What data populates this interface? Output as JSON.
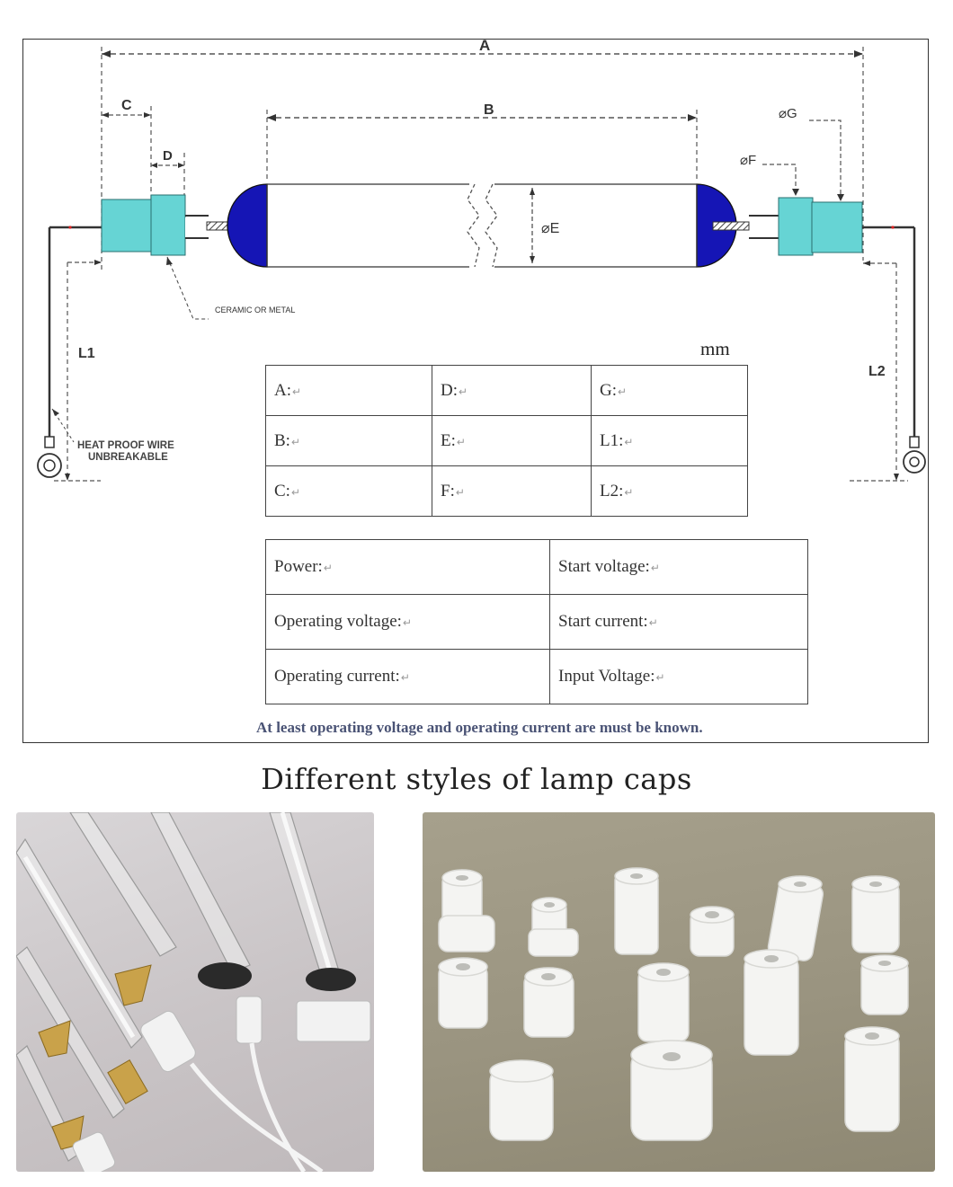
{
  "diagram": {
    "dimension_labels": {
      "a": "A",
      "b": "B",
      "c": "C",
      "d": "D",
      "e": "⌀E",
      "f": "⌀F",
      "g": "⌀G",
      "l1": "L1",
      "l2": "L2"
    },
    "callouts": {
      "ceramic": "CERAMIC OR METAL",
      "wire_line1": "HEAT PROOF WIRE",
      "wire_line2": "UNBREAKABLE"
    },
    "colors": {
      "cap": "#66d4d4",
      "dome": "#1515b5",
      "line": "#333333"
    }
  },
  "unit": "mm",
  "dimensions_table": {
    "rows": [
      [
        "A:",
        "D:",
        "G:"
      ],
      [
        "B:",
        "E:",
        "L1:"
      ],
      [
        "C:",
        "F:",
        "L2:"
      ]
    ]
  },
  "electrical_table": {
    "rows": [
      [
        "Power:",
        "Start voltage:"
      ],
      [
        "Operating voltage:",
        "Start current:"
      ],
      [
        "Operating current:",
        "Input Voltage:"
      ]
    ]
  },
  "note": "At least operating voltage and operating current are must be known.",
  "section_title": "Different styles of lamp caps",
  "photos": {
    "left_icon": "lamp-caps-photo-icon",
    "right_icon": "ceramic-caps-photo-icon"
  }
}
